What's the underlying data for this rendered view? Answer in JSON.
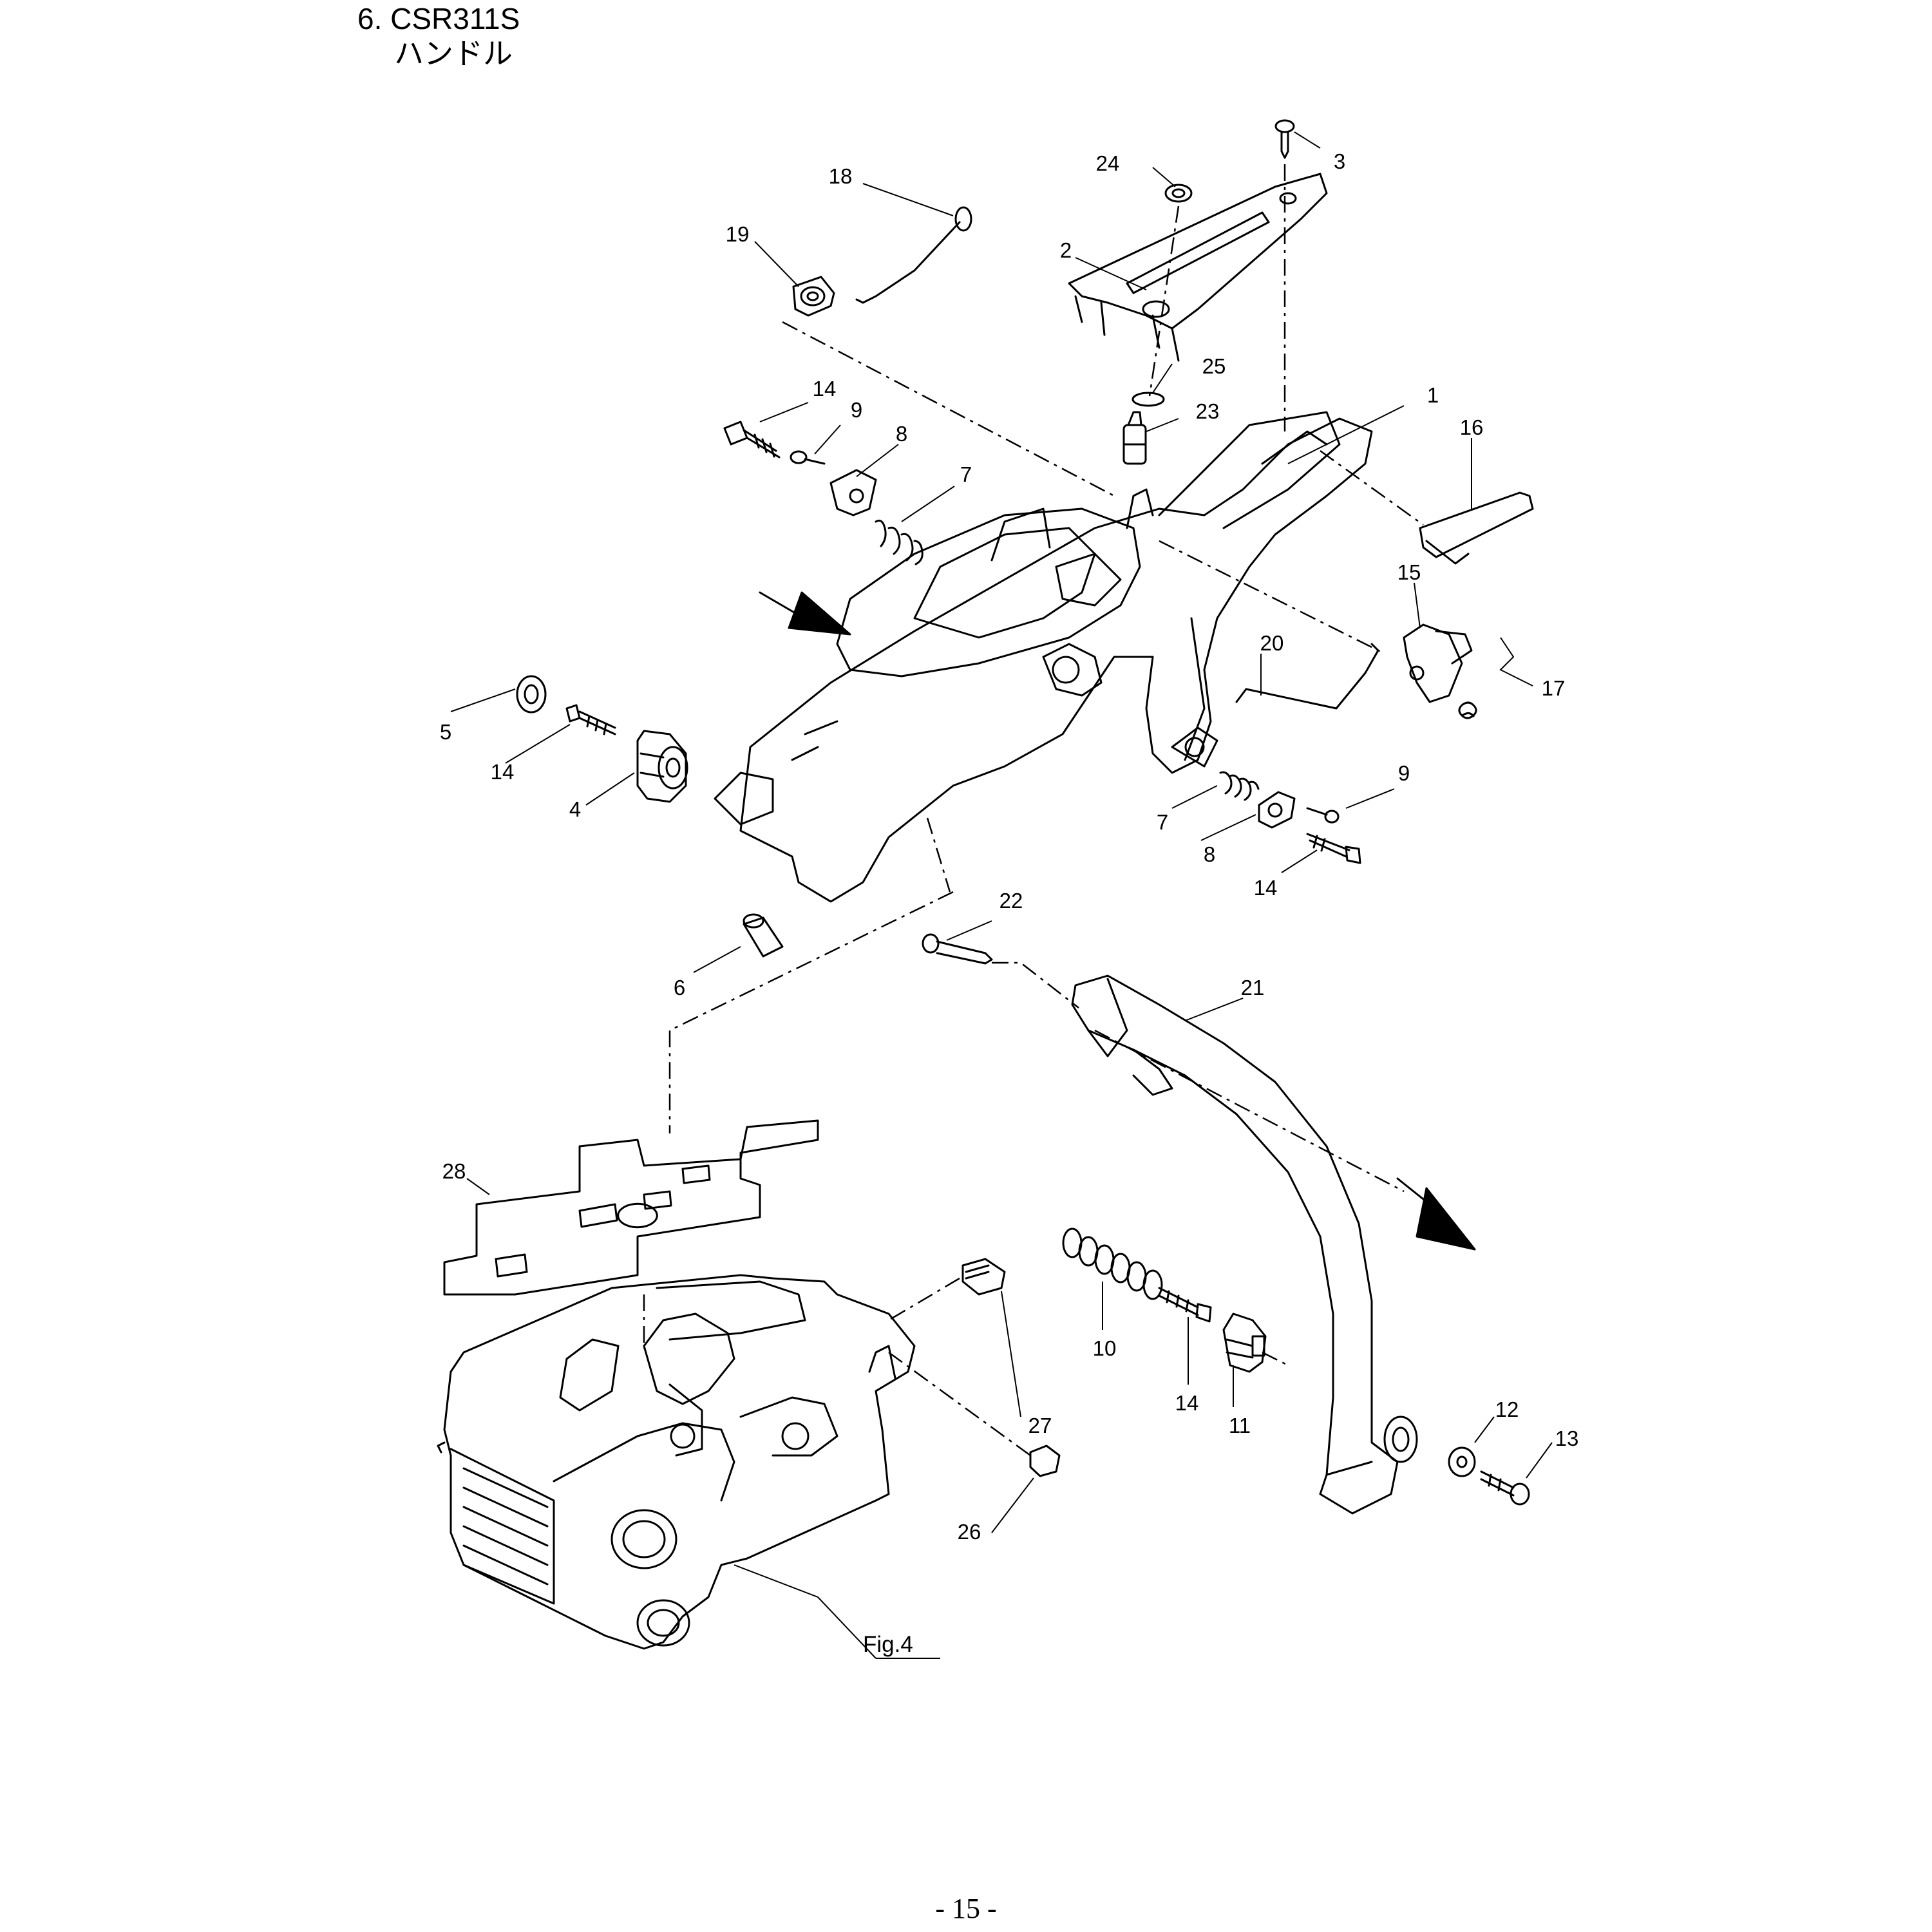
{
  "header": {
    "title": "6. CSR311S",
    "subtitle": "ハンドル"
  },
  "footer": {
    "page_number": "- 15 -"
  },
  "callouts": [
    "1",
    "2",
    "3",
    "4",
    "5",
    "6",
    "7",
    "7",
    "8",
    "8",
    "9",
    "9",
    "10",
    "11",
    "12",
    "13",
    "14",
    "14",
    "14",
    "14",
    "15",
    "16",
    "17",
    "18",
    "19",
    "20",
    "21",
    "22",
    "23",
    "24",
    "25",
    "26",
    "27",
    "28"
  ],
  "figure_reference": "Fig.4",
  "colors": {
    "line": "#000000",
    "background": "#ffffff"
  }
}
